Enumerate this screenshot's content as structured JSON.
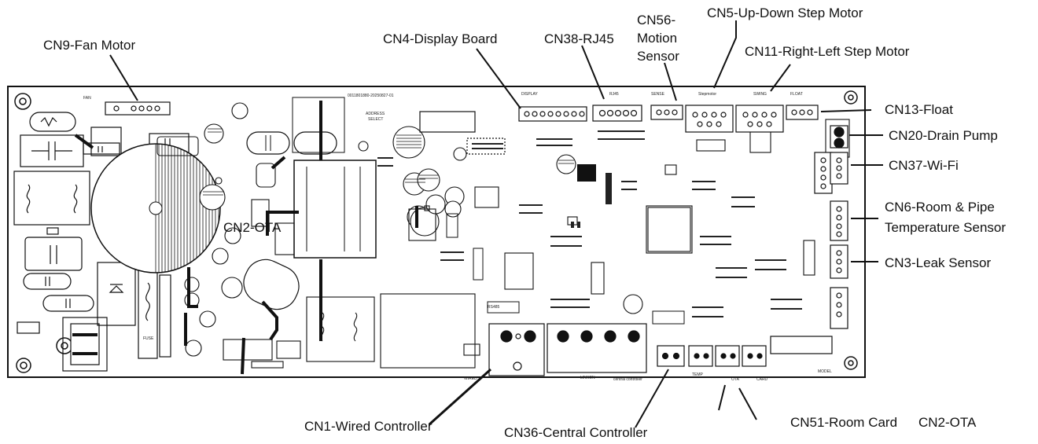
{
  "labels": {
    "cn9": "CN9-Fan Motor",
    "cn4": "CN4-Display Board",
    "cn38": "CN38-RJ45",
    "cn56_1": "CN56-",
    "cn56_2": "Motion",
    "cn56_3": "Sensor",
    "cn5": "CN5-Up-Down Step Motor",
    "cn11": "CN11-Right-Left Step Motor",
    "cn13": "CN13-Float",
    "cn20": "CN20-Drain Pump",
    "cn37": "CN37-Wi-Fi",
    "cn6_1": "CN6-Room & Pipe",
    "cn6_2": "Temperature Sensor",
    "cn3": "CN3-Leak Sensor",
    "cn2_board": "CN2-OTA",
    "cn1": "CN1-Wired Controller",
    "cn36": "CN36-Central Controller",
    "cn51": "CN51-Room Card",
    "cn2_bottom": "CN2-OTA"
  },
  "silkscreen": {
    "fan": "FAN",
    "display": "DISPLAY",
    "rj45": "RJ45",
    "sense": "SENSE",
    "stepmotor": "Stepmotor",
    "swing": "SWING",
    "float": "FLOAT",
    "address": "ADDRESS",
    "select": "SELECT",
    "partno": "0011801880-20250827-01",
    "rs485": "RS485",
    "linkon": "LINKON",
    "central": "central controller",
    "card": "CARD",
    "ota": "OTA",
    "model": "MODEL",
    "temp": "TEMP",
    "wired": "WIRED",
    "fuse": "FUSE"
  }
}
